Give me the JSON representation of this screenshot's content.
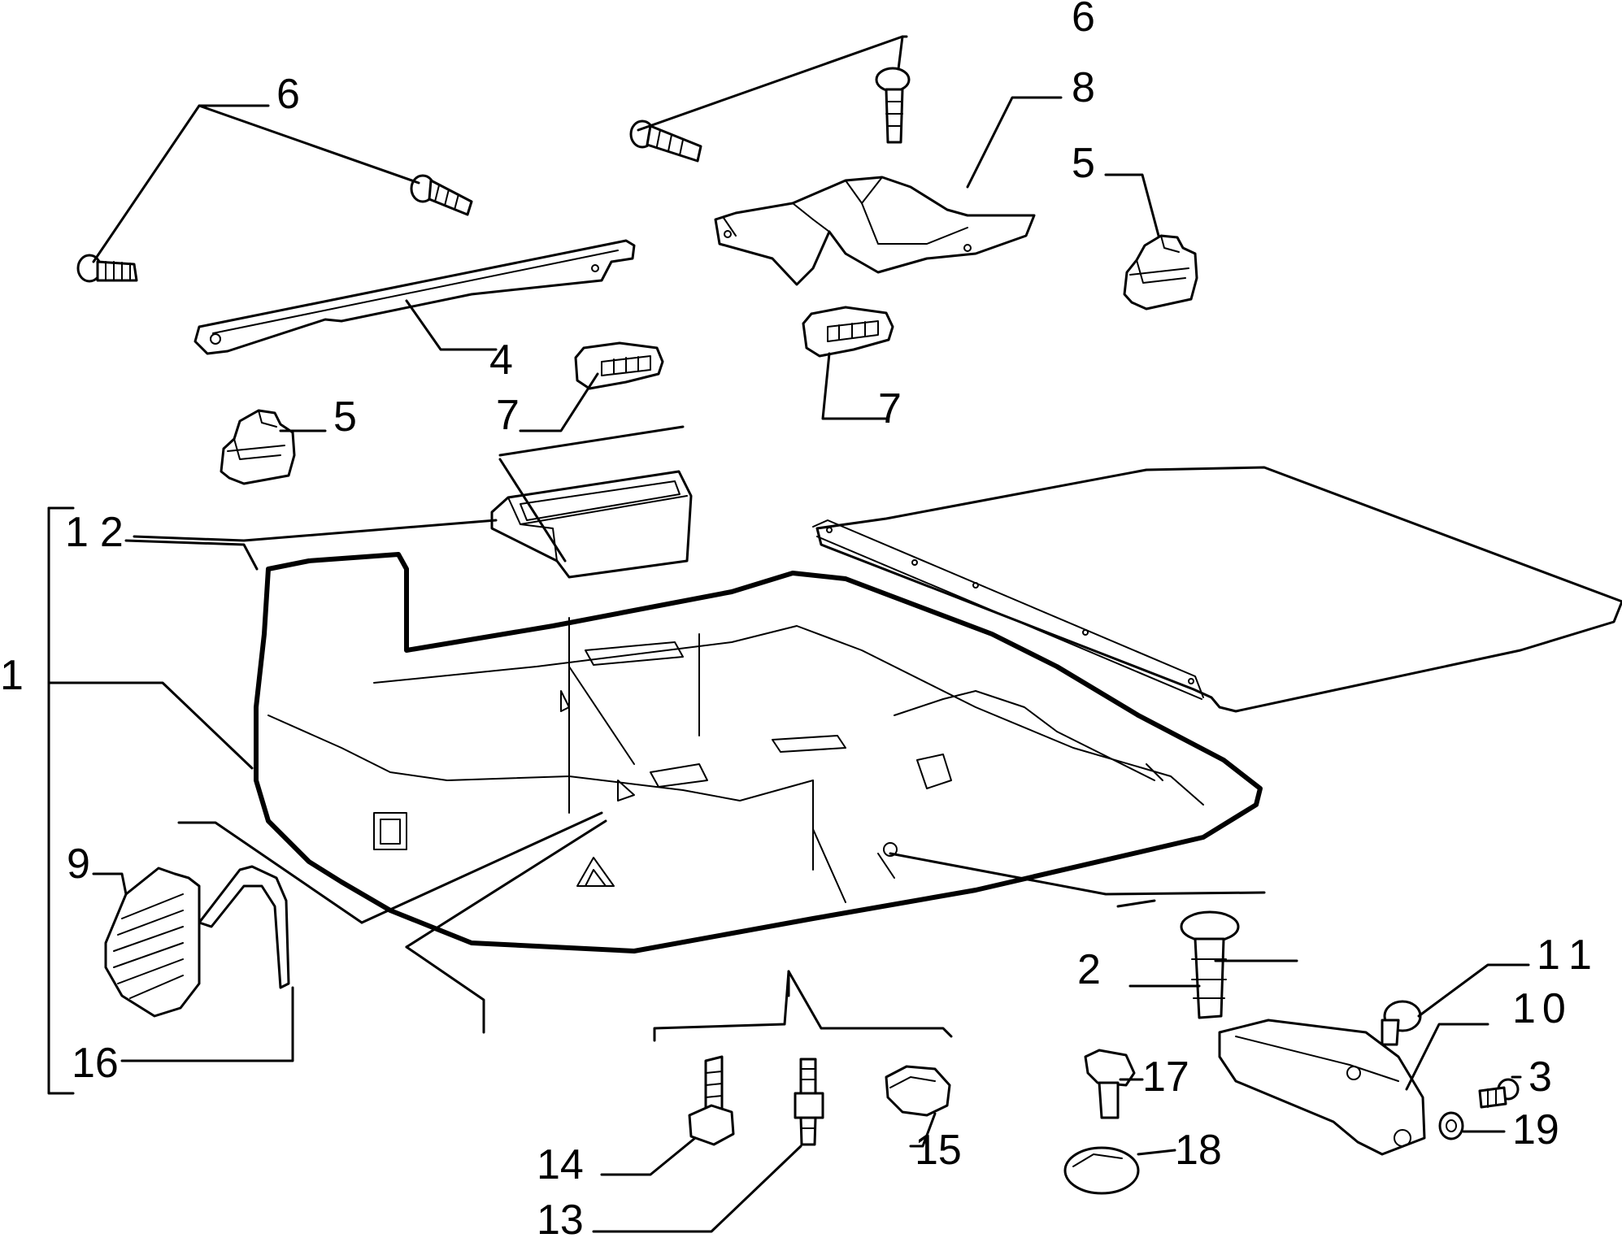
{
  "callouts": {
    "c1": "1",
    "c2": "2",
    "c3": "3",
    "c4": "4",
    "c5a": "5",
    "c5b": "5",
    "c6a": "6",
    "c6b": "6",
    "c7a": "7",
    "c7b": "7",
    "c8": "8",
    "c9": "9",
    "c10": "10",
    "c11": "11",
    "c12": "12",
    "c13": "13",
    "c14": "14",
    "c15": "15",
    "c16": "16",
    "c17": "17",
    "c18": "18",
    "c19": "19"
  }
}
